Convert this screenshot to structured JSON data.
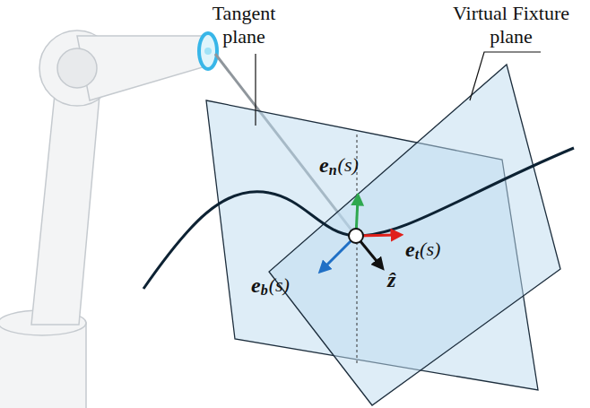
{
  "diagram": {
    "labels": [
      "Tangent plane",
      "Virtual Fixture plane",
      "e",
      "n",
      "(s)",
      "e",
      "t",
      "(s)",
      "e",
      "b",
      "(s)",
      "ẑ"
    ]
  }
}
